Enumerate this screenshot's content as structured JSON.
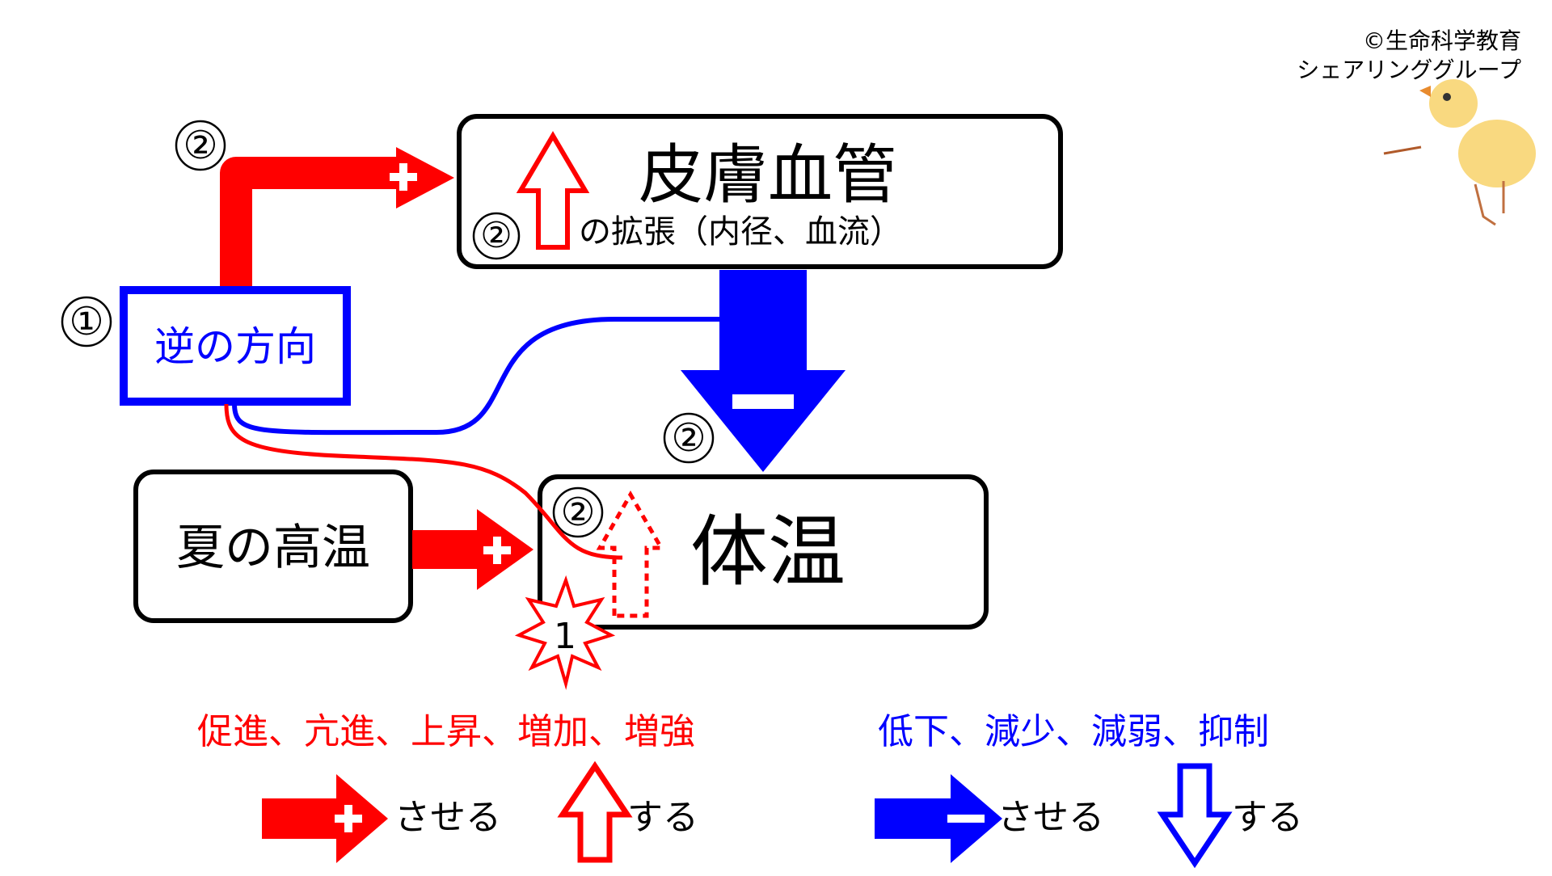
{
  "copyright": {
    "line1": "©生命科学教育",
    "line2": "シェアリンググループ"
  },
  "nodes": {
    "skin_vessel": {
      "title": "皮膚血管",
      "subtitle": "の拡張（内径、血流）",
      "step": "②"
    },
    "reverse": {
      "label": "逆の方向",
      "step": "①"
    },
    "summer_heat": {
      "label": "夏の高温"
    },
    "body_temp": {
      "label": "体温",
      "step": "②",
      "burst": "1"
    }
  },
  "arrow_labels": {
    "upper_step": "②",
    "minus_step": "②"
  },
  "signs": {
    "plus": "+",
    "minus": "−"
  },
  "legend": {
    "red_text": "促進、亢進、上昇、増加、増強",
    "blue_text": "低下、減少、減弱、抑制",
    "saseru": "させる",
    "suru": "する"
  },
  "colors": {
    "red": "#ff0000",
    "blue": "#0000ff",
    "dark_red": "#e01010",
    "black": "#000000"
  },
  "icons": {
    "mascot": "chick-icon"
  }
}
